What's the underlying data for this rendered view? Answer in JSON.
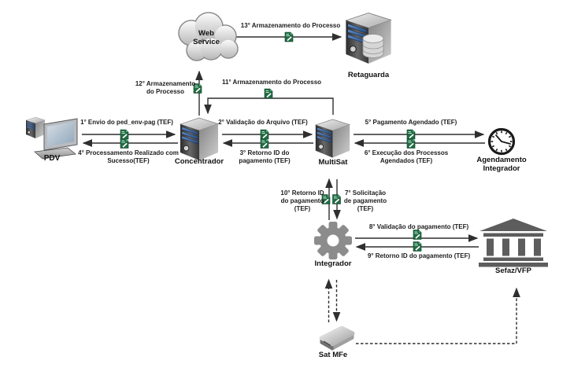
{
  "nodes": {
    "web_service": "Web\nService",
    "retaguarda": "Retaguarda",
    "pdv": "PDV",
    "concentrador": "Concentrador",
    "multisat": "MultiSat",
    "agendamento_integrador": "Agendamento\nIntegrador",
    "integrador": "Integrador",
    "sefaz_vfp": "Sefaz/VFP",
    "sat_mfe": "Sat MFe"
  },
  "flows": {
    "f1": "1° Envio do ped_env-pag (TEF)",
    "f2": "2° Validação do Arquivo (TEF)",
    "f3": "3° Retorno ID do\npagamento (TEF)",
    "f4": "4° Processamento Realizado com\nSucesso(TEF)",
    "f5": "5° Pagamento Agendado (TEF)",
    "f6": "6° Execução dos Processos\nAgendados (TEF)",
    "f7": "7° Solicitação\nde pagamento\n(TEF)",
    "f8": "8° Validação do pagamento (TEF)",
    "f9": "9° Retorno ID do pagamento (TEF)",
    "f10": "10° Retorno ID\ndo pagamento\n(TEF)",
    "f11": "11° Armazenamento do Processo",
    "f12": "12° Armazenamento\ndo Processo",
    "f13": "13° Armazenamento do Processo"
  },
  "icons": {
    "web_service": "cloud-icon",
    "retaguarda": "server-database-icon",
    "pdv": "desktop-computer-icon",
    "concentrador": "server-icon",
    "multisat": "server-icon",
    "agendamento_integrador": "clock-icon",
    "integrador": "gear-icon",
    "sefaz_vfp": "bank-icon",
    "sat_mfe": "device-box-icon",
    "flow_marker": "document-check-icon"
  },
  "colors": {
    "background": "#ffffff",
    "document_icon_green": "#1d6f42",
    "arrow": "#2f2f2f",
    "server_stripe_blue": "#2d5e9e",
    "building_gray": "#5d5d5d",
    "gear_gray": "#8c8c8c"
  }
}
